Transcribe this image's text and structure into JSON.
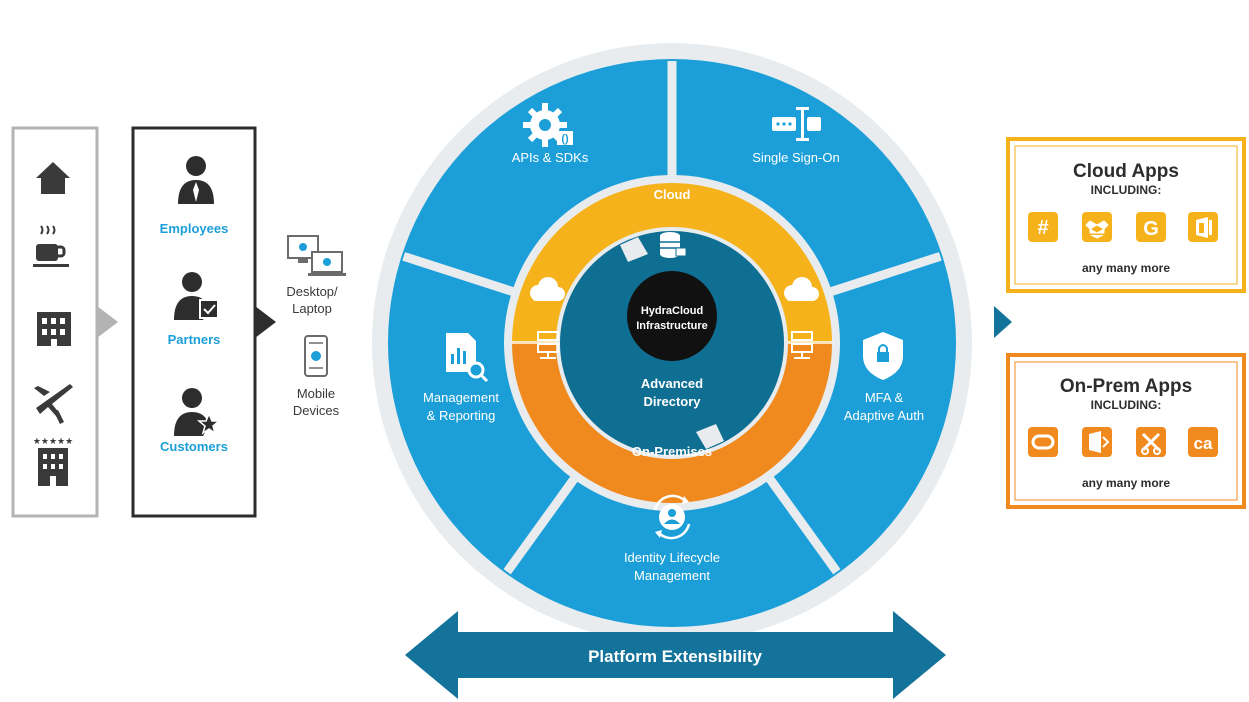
{
  "colors": {
    "blue": "#1c9fd8",
    "dark_blue": "#0f6f93",
    "arrow_blue": "#14739a",
    "yellow": "#f5b21b",
    "orange": "#f08a1f",
    "gray_ring": "#e8ecee",
    "dark_text": "#2d2d2d"
  },
  "sources": {
    "icons": [
      "home-icon",
      "coffee-icon",
      "office-building-icon",
      "airplane-icon",
      "hotel-icon"
    ]
  },
  "users": {
    "items": [
      {
        "label": "Employees",
        "icon": "employee-icon"
      },
      {
        "label": "Partners",
        "icon": "partner-icon"
      },
      {
        "label": "Customers",
        "icon": "customer-icon"
      }
    ]
  },
  "devices": {
    "desktop_line1": "Desktop/",
    "desktop_line2": "Laptop",
    "mobile_line1": "Mobile",
    "mobile_line2": "Devices"
  },
  "wheel": {
    "segments": {
      "apis": "APIs & SDKs",
      "sso": "Single Sign-On",
      "mgmt_line1": "Management",
      "mgmt_line2": "& Reporting",
      "mfa_line1": "MFA &",
      "mfa_line2": "Adaptive Auth",
      "lifecycle_line1": "Identity Lifecycle",
      "lifecycle_line2": "Management"
    },
    "cloud_label": "Cloud",
    "onprem_label": "On-Premises",
    "directory_line1": "Advanced",
    "directory_line2": "Directory",
    "core_line1": "HydraCloud",
    "core_line2": "Infrastructure"
  },
  "extensibility": "Platform Extensibility",
  "cloud_apps": {
    "title": "Cloud Apps",
    "subtitle": "INCLUDING:",
    "footer": "any many more",
    "icons": [
      "slack-icon",
      "dropbox-icon",
      "google-icon",
      "office-icon"
    ]
  },
  "onprem_apps": {
    "title": "On-Prem Apps",
    "subtitle": "INCLUDING:",
    "footer": "any many more",
    "icons": [
      "oracle-icon",
      "exchange-icon",
      "sap-icon",
      "ca-icon"
    ]
  }
}
